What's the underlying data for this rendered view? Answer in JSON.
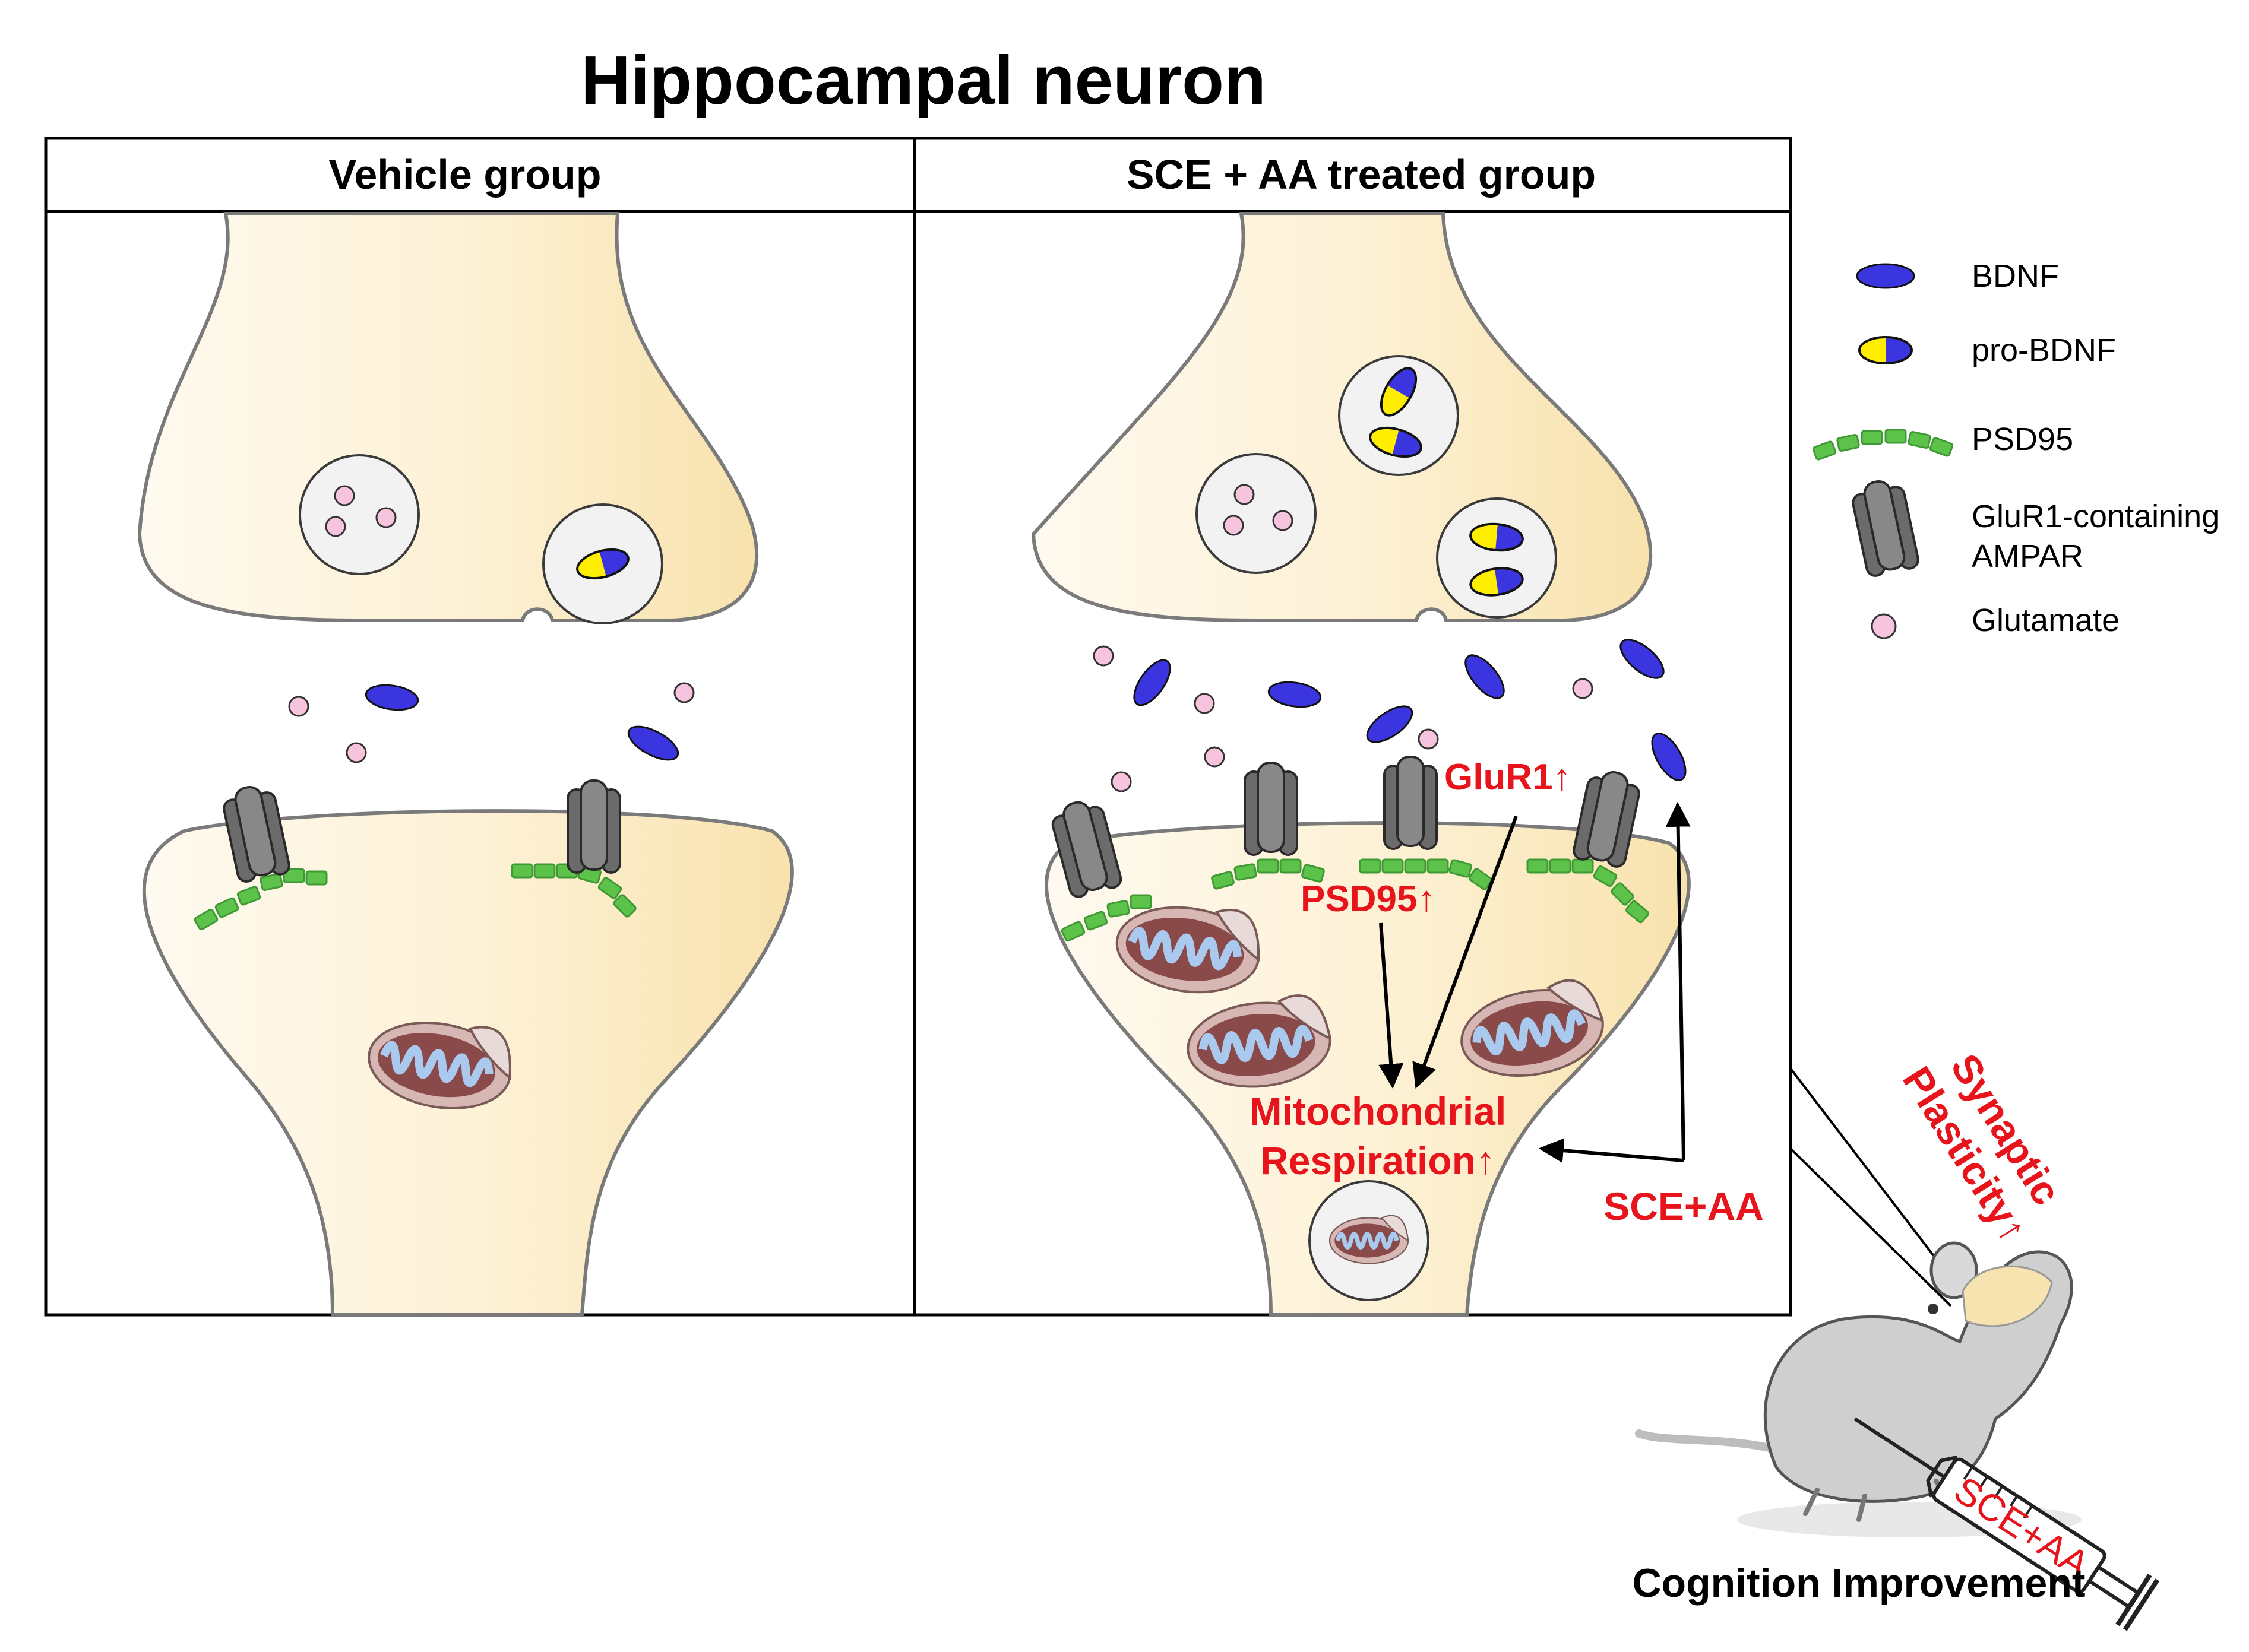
{
  "figure": {
    "title": "Hippocampal neuron"
  },
  "panels": {
    "vehicle": {
      "header": "Vehicle group"
    },
    "treated": {
      "header": "SCE + AA treated group"
    }
  },
  "annotations": {
    "glur1": "GluR1↑",
    "psd95": "PSD95↑",
    "mito_line1": "Mitochondrial",
    "mito_line2": "Respiration↑",
    "sce_aa": "SCE+AA",
    "synaptic_line1": "Synaptic",
    "synaptic_line2": "Plasticity↑",
    "syringe_label": "SCE+AA",
    "cognition": "Cognition Improvement"
  },
  "legend": {
    "bdnf": "BDNF",
    "pro_bdnf": "pro-BDNF",
    "psd95": "PSD95",
    "glur1_line1": "GluR1-containing",
    "glur1_line2": "AMPAR",
    "glutamate": "Glutamate"
  },
  "colors": {
    "bdnf": "#3b35e0",
    "pro_bdnf_yellow": "#ffee00",
    "psd95": "#5cc24a",
    "receptor": "#6b6b6b",
    "glutamate": "#f6c4dc",
    "neuron_fill": "#fbefcf",
    "highlight_text": "#e8141c",
    "mouse": "#cfcfcf"
  }
}
